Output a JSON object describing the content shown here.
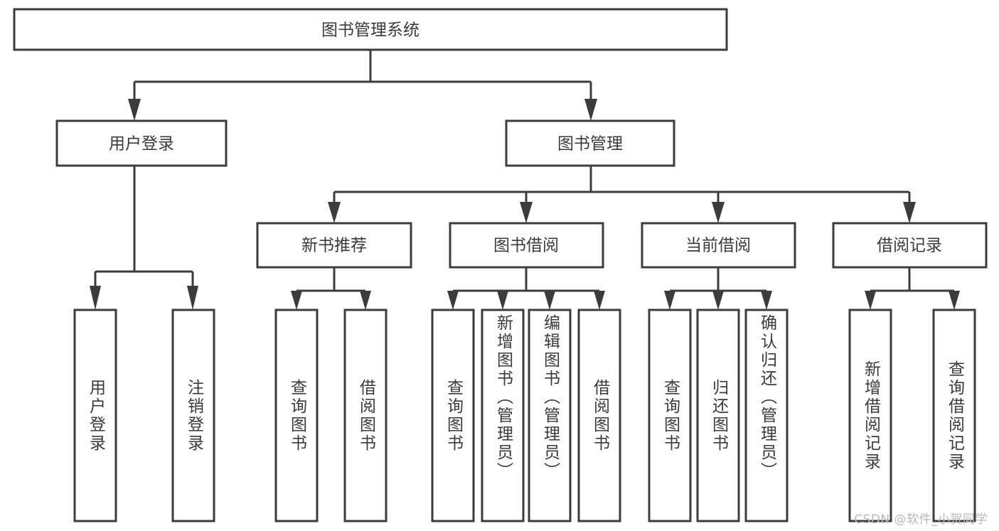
{
  "diagram": {
    "type": "tree",
    "title": "图书管理系统",
    "root": {
      "id": "root",
      "label": "图书管理系统"
    },
    "level1": [
      {
        "id": "user-login",
        "label": "用户登录"
      },
      {
        "id": "book-management",
        "label": "图书管理"
      }
    ],
    "level2": [
      {
        "id": "new-book-recommend",
        "label": "新书推荐",
        "parent": "book-management"
      },
      {
        "id": "book-borrow",
        "label": "图书借阅",
        "parent": "book-management"
      },
      {
        "id": "current-borrow",
        "label": "当前借阅",
        "parent": "book-management"
      },
      {
        "id": "borrow-record",
        "label": "借阅记录",
        "parent": "book-management"
      }
    ],
    "leaves": [
      {
        "id": "leaf-user-login",
        "label": "用户登录",
        "parent": "user-login",
        "align": "middle"
      },
      {
        "id": "leaf-logout",
        "label": "注销登录",
        "parent": "user-login",
        "align": "middle"
      },
      {
        "id": "leaf-query-book-1",
        "label": "查询图书",
        "parent": "new-book-recommend",
        "align": "middle"
      },
      {
        "id": "leaf-borrow-book-1",
        "label": "借阅图书",
        "parent": "new-book-recommend",
        "align": "middle"
      },
      {
        "id": "leaf-query-book-2",
        "label": "查询图书",
        "parent": "book-borrow",
        "align": "middle"
      },
      {
        "id": "leaf-add-book",
        "label": "新增图书（管理员）",
        "parent": "book-borrow",
        "align": "top"
      },
      {
        "id": "leaf-edit-book",
        "label": "编辑图书（管理员）",
        "parent": "book-borrow",
        "align": "top"
      },
      {
        "id": "leaf-borrow-book-2",
        "label": "借阅图书",
        "parent": "book-borrow",
        "align": "middle"
      },
      {
        "id": "leaf-query-book-3",
        "label": "查询图书",
        "parent": "current-borrow",
        "align": "middle"
      },
      {
        "id": "leaf-return-book",
        "label": "归还图书",
        "parent": "current-borrow",
        "align": "middle"
      },
      {
        "id": "leaf-confirm-return",
        "label": "确认归还（管理员）",
        "parent": "current-borrow",
        "align": "top"
      },
      {
        "id": "leaf-add-record",
        "label": "新增借阅记录",
        "parent": "borrow-record",
        "align": "middle"
      },
      {
        "id": "leaf-query-record",
        "label": "查询借阅记录",
        "parent": "borrow-record",
        "align": "middle"
      }
    ],
    "colors": {
      "stroke": "#3c3c3c",
      "fill": "#ffffff",
      "text": "#3a3a3a",
      "background": "#ffffff",
      "watermark": "#b9b9b9"
    }
  },
  "watermark": {
    "text": "CSDN @软件_小贺同学"
  }
}
